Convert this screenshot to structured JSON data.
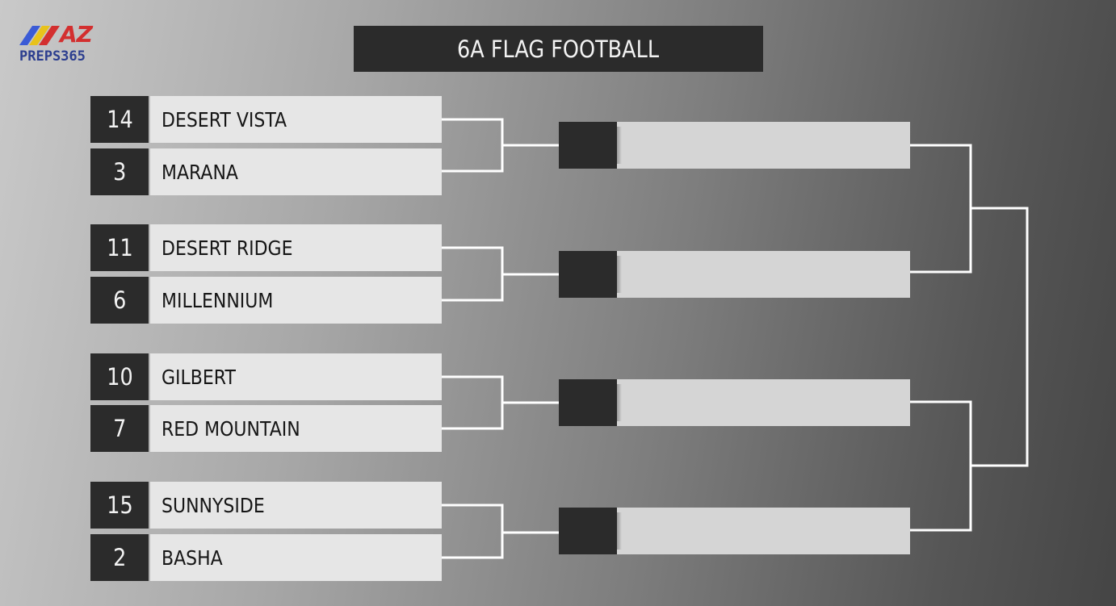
{
  "logo": {
    "az": "AZ",
    "name": "PREPS365",
    "colors": [
      "#3b5bd6",
      "#e8c21b",
      "#d32f2f"
    ]
  },
  "title": "6A FLAG FOOTBALL",
  "round1": [
    {
      "seed": "14",
      "team": "DESERT VISTA"
    },
    {
      "seed": "3",
      "team": "MARANA"
    },
    {
      "seed": "11",
      "team": "DESERT RIDGE"
    },
    {
      "seed": "6",
      "team": "MILLENNIUM"
    },
    {
      "seed": "10",
      "team": "GILBERT"
    },
    {
      "seed": "7",
      "team": "RED MOUNTAIN"
    },
    {
      "seed": "15",
      "team": "SUNNYSIDE"
    },
    {
      "seed": "2",
      "team": "BASHA"
    }
  ],
  "colors": {
    "dark": "#2b2b2b",
    "team_bg": "#e6e6e6",
    "slot_bg": "#d5d5d5",
    "lines": "#ffffff"
  }
}
